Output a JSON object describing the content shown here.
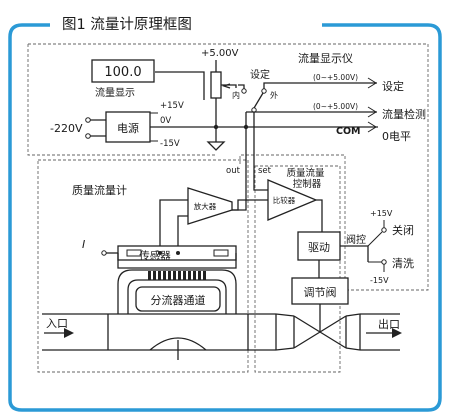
{
  "figure_title": "图1  流量计原理框图",
  "frame_color": "#2b9ad6",
  "sections": {
    "display": "流量显示仪",
    "meter": "质量流量计",
    "controller": "质量流量\n控制器"
  },
  "display_unit": {
    "value": "100.0",
    "label": "流量显示"
  },
  "power": {
    "source": "-220V",
    "block": "电源",
    "plus15": "+15V",
    "zero": "0V",
    "minus15": "-15V"
  },
  "reference": {
    "voltage": "+5.00V",
    "switch_label": "设定",
    "pos_inner": "内",
    "pos_outer": "外"
  },
  "terminals": [
    {
      "range": "(0~+5.00V)",
      "label": "设定"
    },
    {
      "range": "(0~+5.00V)",
      "label": "流量检测"
    },
    {
      "range": "COM",
      "label": "0电平"
    }
  ],
  "signals": {
    "out": "out",
    "set": "set"
  },
  "blocks": {
    "amplifier": "放大器",
    "comparator": "比较器",
    "driver": "驱动",
    "regulating_valve": "调节阀",
    "sensor": "传感器",
    "bypass": "分流器通道"
  },
  "valve_control": {
    "label": "阀控",
    "plus15": "+15V",
    "close": "关闭",
    "flush": "清洗",
    "minus15": "-15V"
  },
  "current_symbol": "I",
  "flow": {
    "inlet": "入口",
    "outlet": "出口"
  }
}
